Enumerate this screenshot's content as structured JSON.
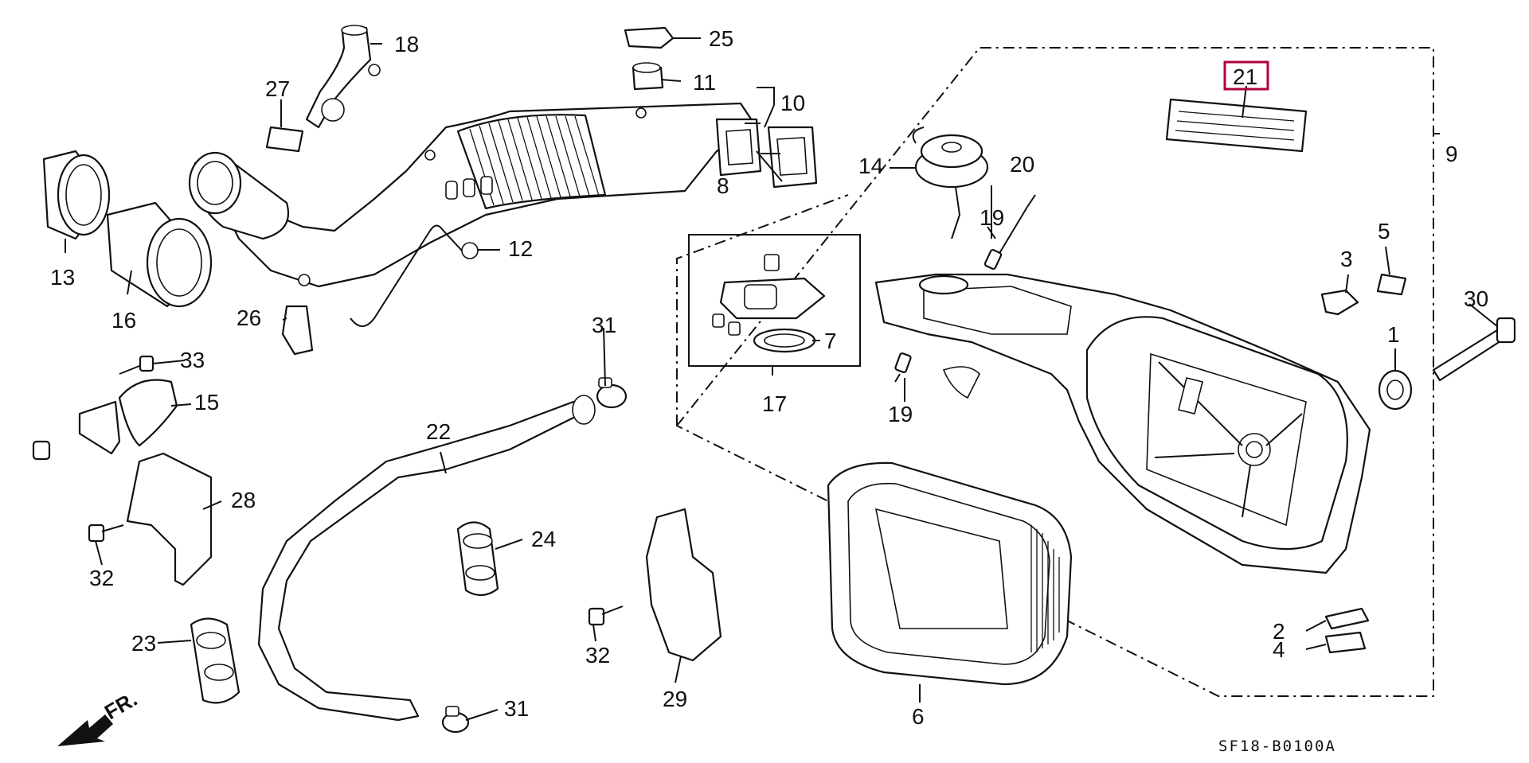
{
  "diagram": {
    "reference_code": "SF18-B0100A",
    "direction_label": "FR.",
    "highlighted_callout": "21",
    "callouts": [
      {
        "id": "c1",
        "text": "1"
      },
      {
        "id": "c2",
        "text": "2"
      },
      {
        "id": "c3",
        "text": "3"
      },
      {
        "id": "c4",
        "text": "4"
      },
      {
        "id": "c5",
        "text": "5"
      },
      {
        "id": "c6",
        "text": "6"
      },
      {
        "id": "c7",
        "text": "7"
      },
      {
        "id": "c8",
        "text": "8"
      },
      {
        "id": "c9",
        "text": "9"
      },
      {
        "id": "c10",
        "text": "10"
      },
      {
        "id": "c11",
        "text": "11"
      },
      {
        "id": "c12",
        "text": "12"
      },
      {
        "id": "c13",
        "text": "13"
      },
      {
        "id": "c14",
        "text": "14"
      },
      {
        "id": "c15",
        "text": "15"
      },
      {
        "id": "c16",
        "text": "16"
      },
      {
        "id": "c17",
        "text": "17"
      },
      {
        "id": "c18",
        "text": "18"
      },
      {
        "id": "c19a",
        "text": "19"
      },
      {
        "id": "c19b",
        "text": "19"
      },
      {
        "id": "c20",
        "text": "20"
      },
      {
        "id": "c21",
        "text": "21"
      },
      {
        "id": "c22",
        "text": "22"
      },
      {
        "id": "c23",
        "text": "23"
      },
      {
        "id": "c24",
        "text": "24"
      },
      {
        "id": "c25",
        "text": "25"
      },
      {
        "id": "c26",
        "text": "26"
      },
      {
        "id": "c27",
        "text": "27"
      },
      {
        "id": "c28",
        "text": "28"
      },
      {
        "id": "c29",
        "text": "29"
      },
      {
        "id": "c30",
        "text": "30"
      },
      {
        "id": "c31a",
        "text": "31"
      },
      {
        "id": "c31b",
        "text": "31"
      },
      {
        "id": "c32a",
        "text": "32"
      },
      {
        "id": "c32b",
        "text": "32"
      },
      {
        "id": "c33",
        "text": "33"
      }
    ],
    "colors": {
      "line": "#111111",
      "highlight": "#b0003a",
      "background": "#ffffff"
    }
  }
}
